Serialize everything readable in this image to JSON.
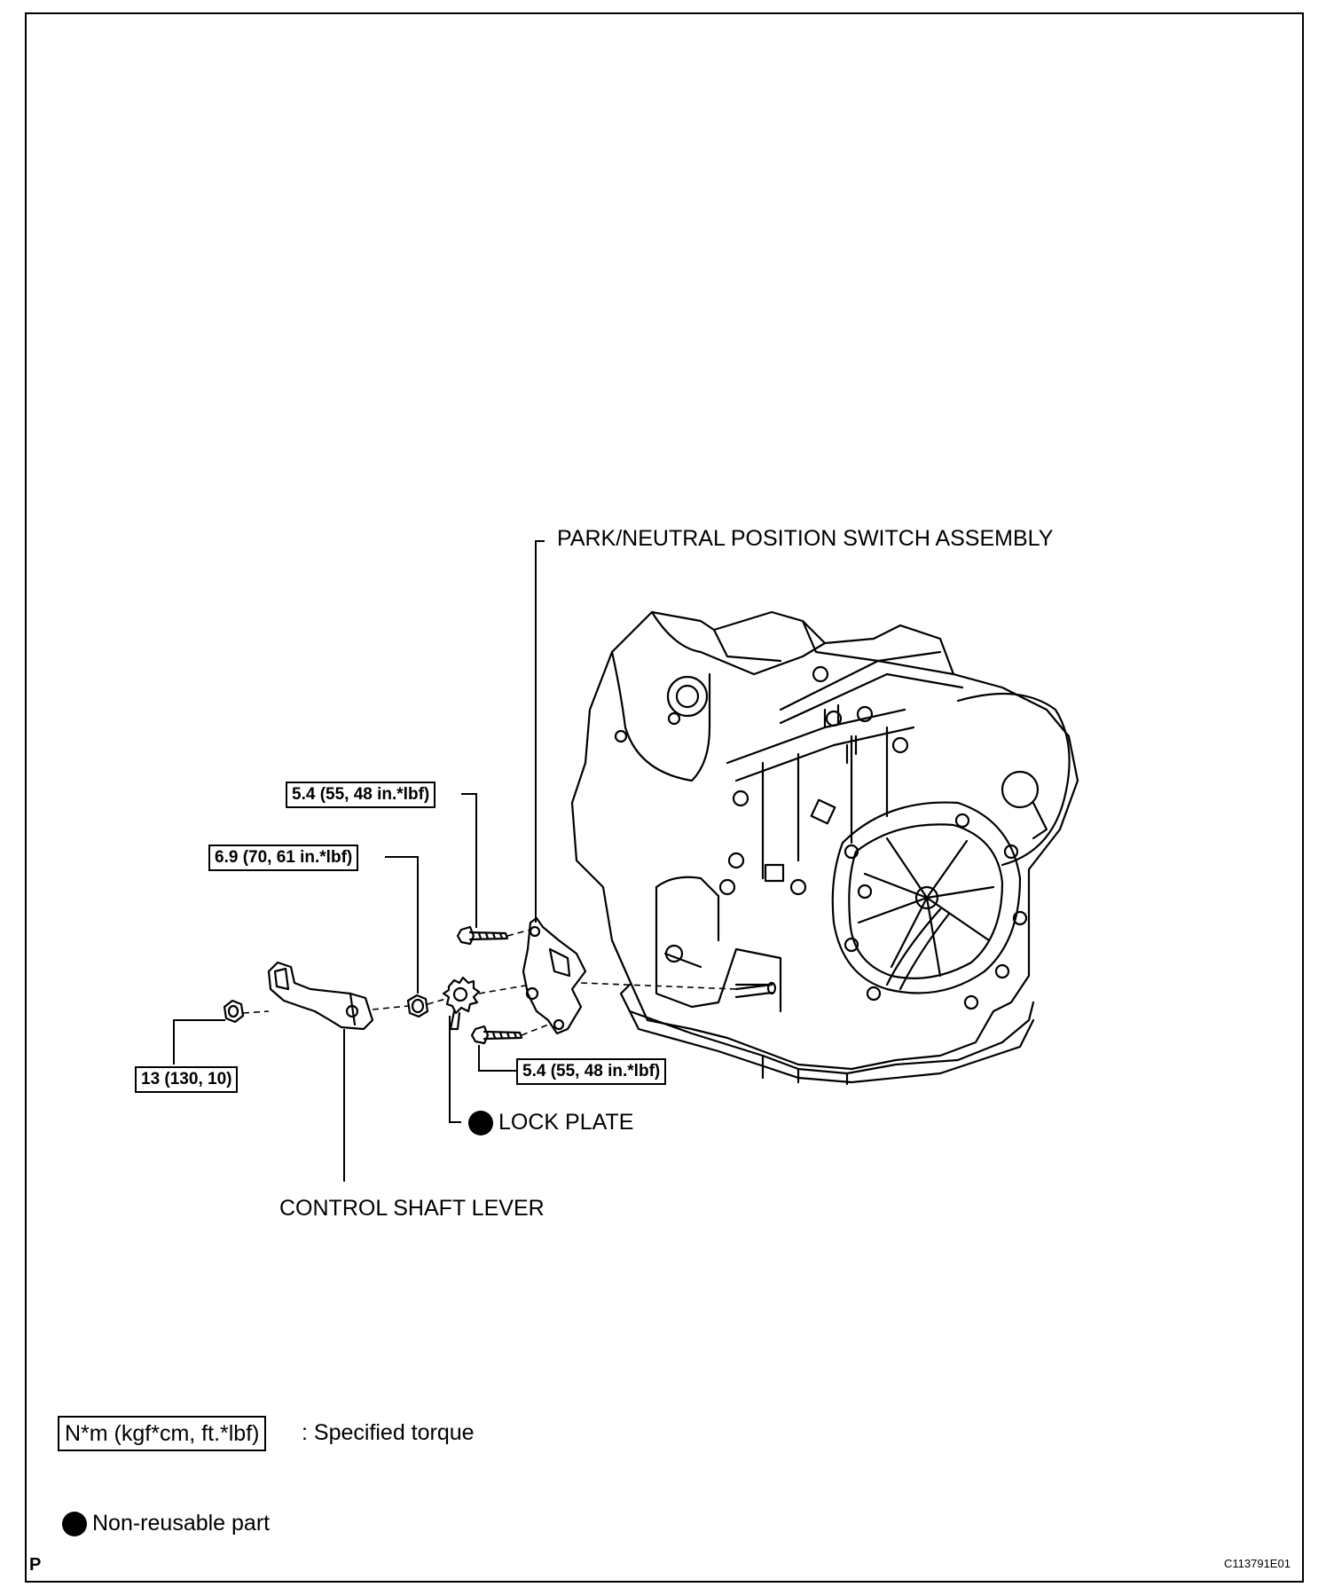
{
  "labels": {
    "park_neutral_switch": "PARK/NEUTRAL POSITION SWITCH ASSEMBLY",
    "lock_plate": "LOCK PLATE",
    "control_shaft_lever": "CONTROL SHAFT LEVER"
  },
  "torques": {
    "upper_bolt": "5.4 (55, 48 in.*lbf)",
    "lower_bolt": "5.4 (55, 48 in.*lbf)",
    "washer_nut": "6.9 (70, 61 in.*lbf)",
    "lever_nut": "13 (130, 10)"
  },
  "legend": {
    "torque_unit": "N*m (kgf*cm, ft.*lbf)",
    "torque_desc": ": Specified torque",
    "nonreusable_desc": "Non-reusable part"
  },
  "footer": {
    "section_letter": "P",
    "figure_code": "C113791E01"
  }
}
